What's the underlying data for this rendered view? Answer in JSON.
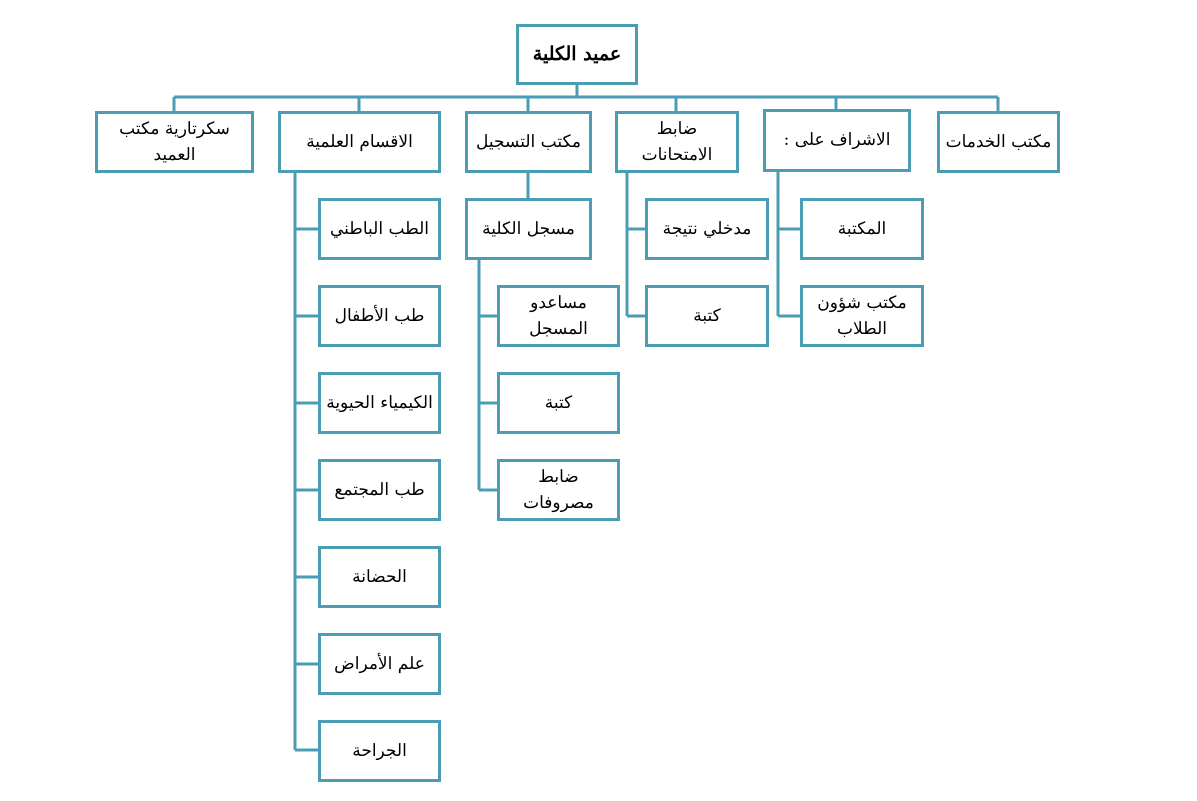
{
  "colors": {
    "line": "#4a9db3"
  },
  "root": "عميد الكلية",
  "level1": [
    "سكرتارية مكتب العميد",
    "الاقسام العلمية",
    "مكتب التسجيل",
    "ضابط الامتحانات",
    "الاشراف على :",
    "مكتب الخدمات"
  ],
  "departments": [
    "الطب الباطني",
    "طب الأطفال",
    "الكيمياء الحيوية",
    "طب المجتمع",
    "الحضانة",
    "علم الأمراض",
    "الجراحة"
  ],
  "registration": {
    "registrar": "مسجل الكلية",
    "staff": [
      "مساعدو المسجل",
      "كتبة",
      "ضابط مصروفات"
    ]
  },
  "exams": [
    "مدخلي نتيجة",
    "كتبة"
  ],
  "supervision": [
    "المكتبة",
    "مكتب شؤون الطلاب"
  ]
}
